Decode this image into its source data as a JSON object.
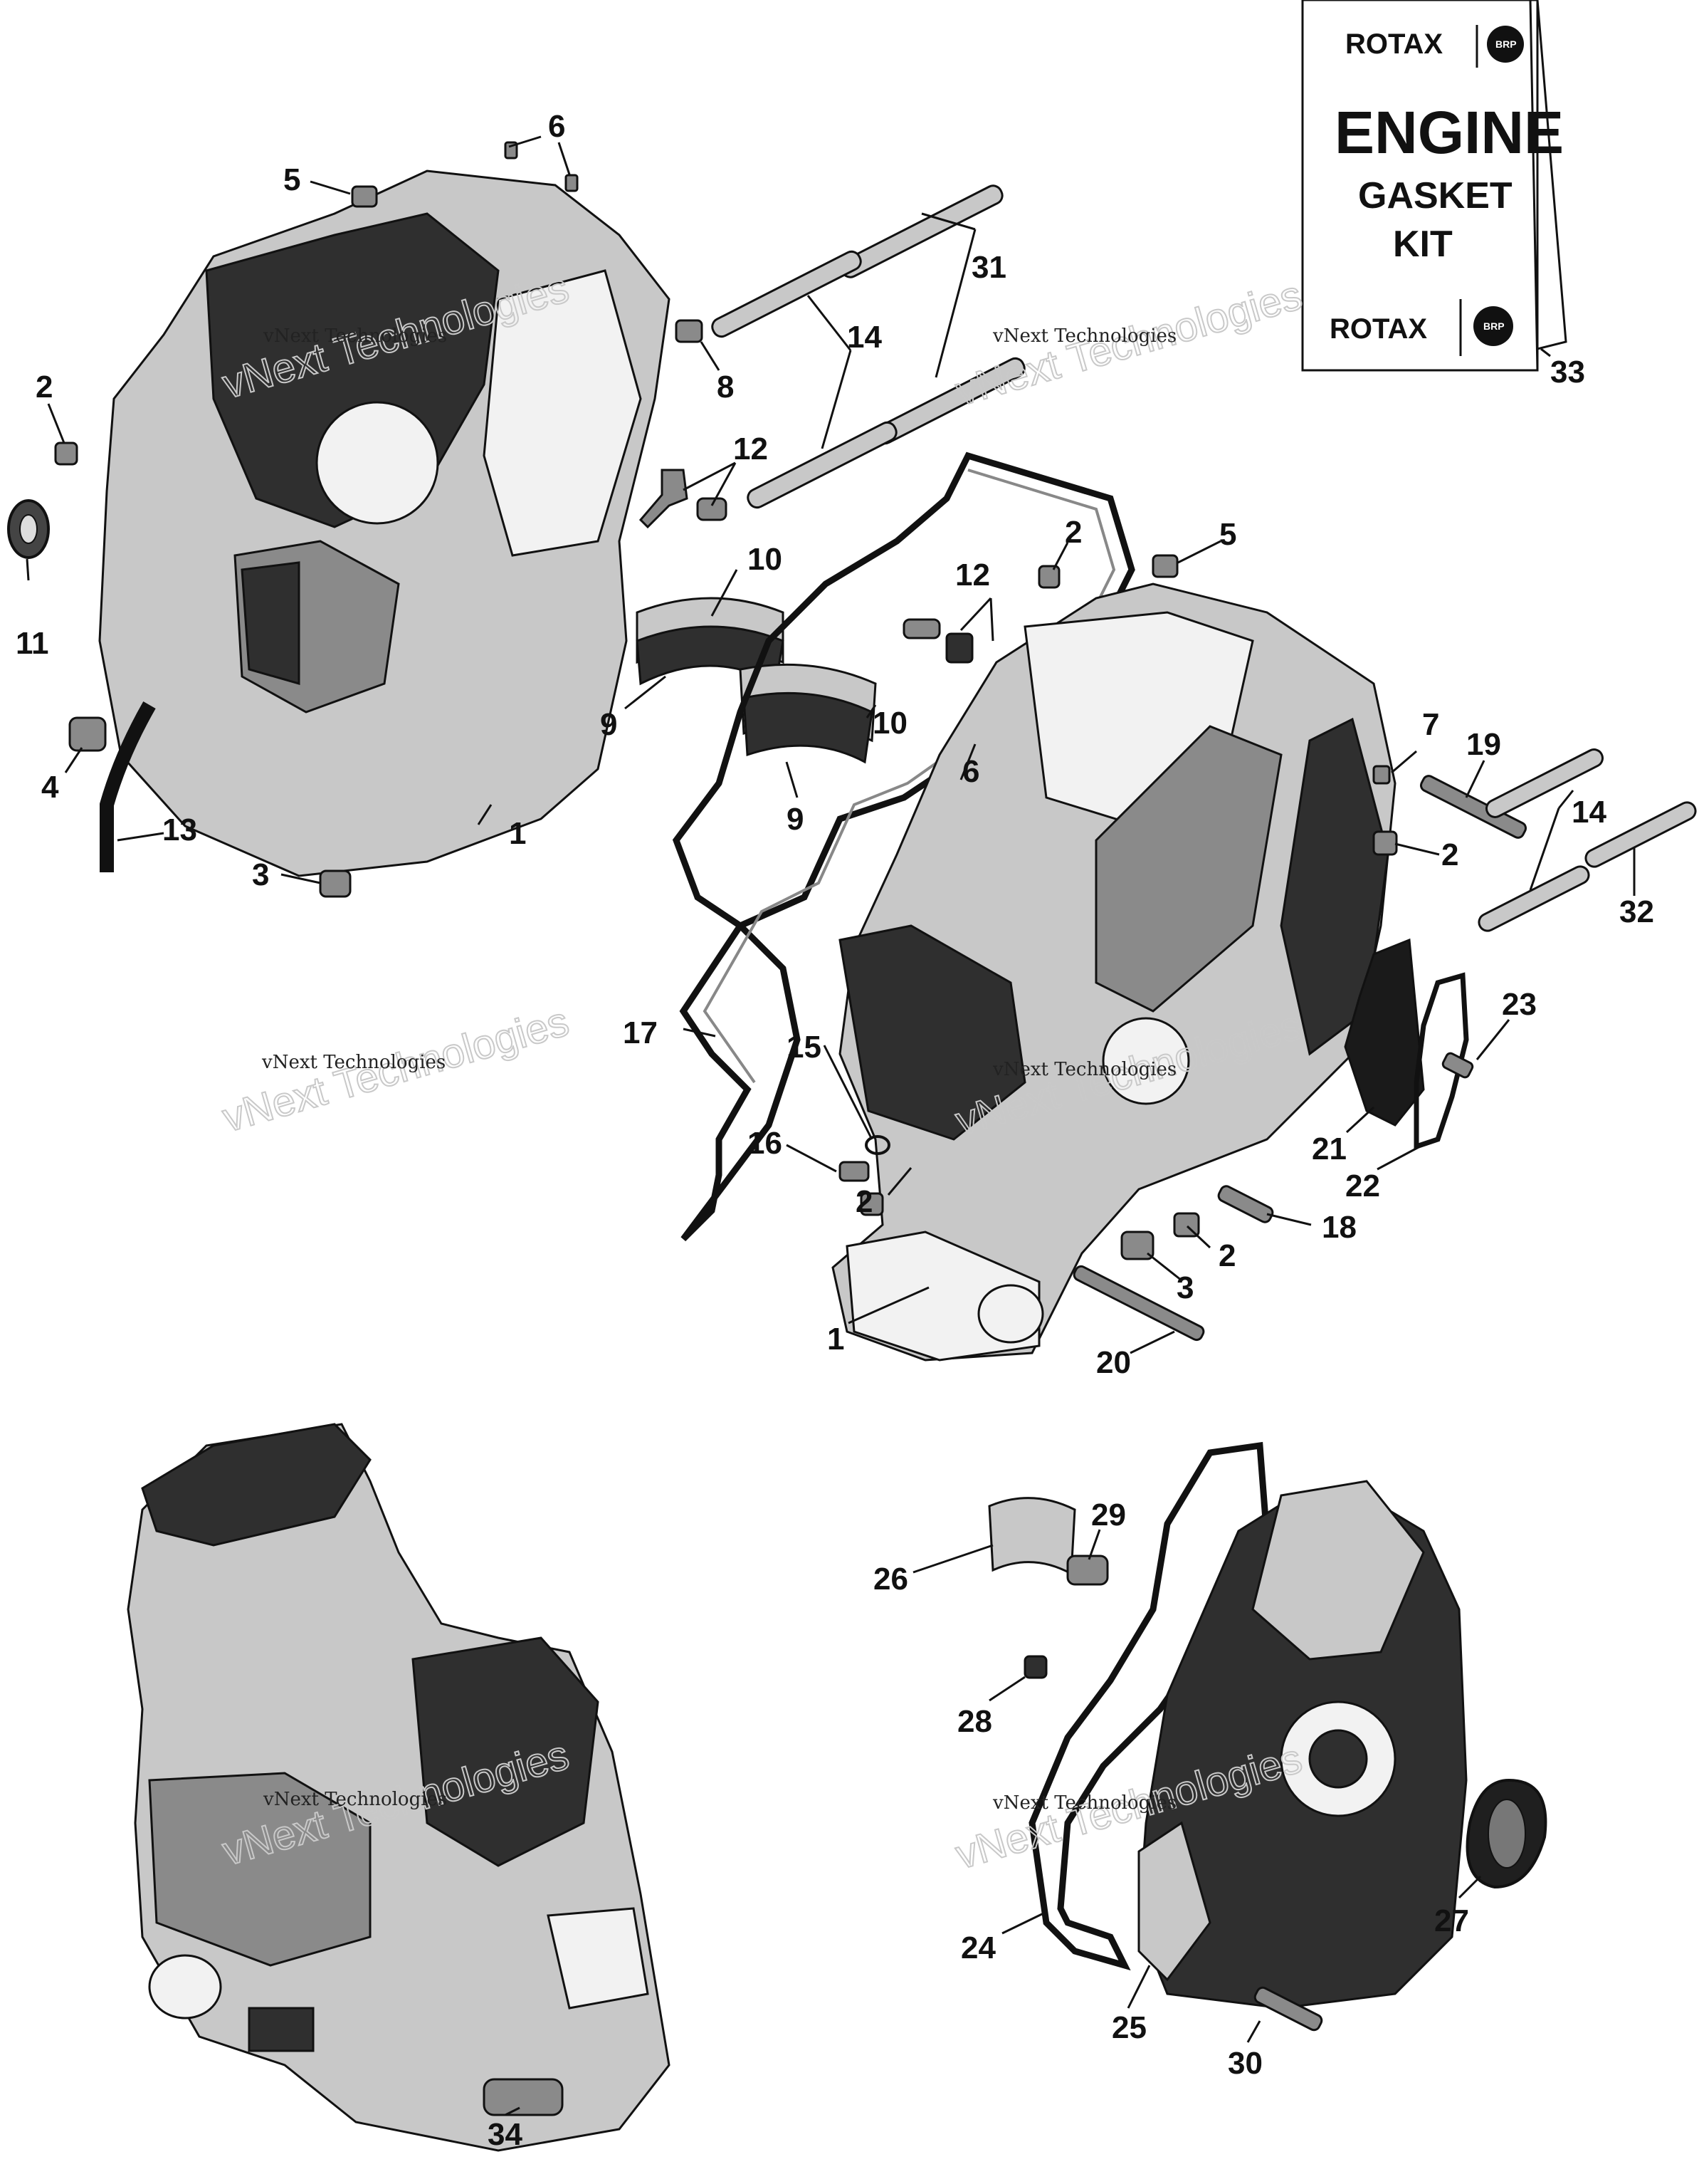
{
  "kit": {
    "brand_top": "ROTAX",
    "title": "ENGINE",
    "line2": "GASKET",
    "line3": "KIT",
    "brand_bottom": "ROTAX",
    "logo_text": "BRP"
  },
  "watermark": {
    "big": "vNext Technologies",
    "small": "vNext Technologies"
  },
  "callouts": {
    "c1a": "1",
    "c1b": "1",
    "c2a": "2",
    "c2b": "2",
    "c2c": "2",
    "c2d": "2",
    "c2e": "2",
    "c3a": "3",
    "c3b": "3",
    "c4": "4",
    "c5a": "5",
    "c5b": "5",
    "c6a": "6",
    "c6b": "6",
    "c7": "7",
    "c8": "8",
    "c9a": "9",
    "c9b": "9",
    "c10a": "10",
    "c10b": "10",
    "c11": "11",
    "c12a": "12",
    "c12b": "12",
    "c13": "13",
    "c14a": "14",
    "c14b": "14",
    "c15": "15",
    "c16": "16",
    "c17": "17",
    "c18": "18",
    "c19": "19",
    "c20": "20",
    "c21": "21",
    "c22": "22",
    "c23": "23",
    "c24": "24",
    "c25": "25",
    "c26": "26",
    "c27": "27",
    "c28": "28",
    "c29": "29",
    "c30": "30",
    "c31": "31",
    "c32": "32",
    "c33": "33",
    "c34": "34"
  }
}
